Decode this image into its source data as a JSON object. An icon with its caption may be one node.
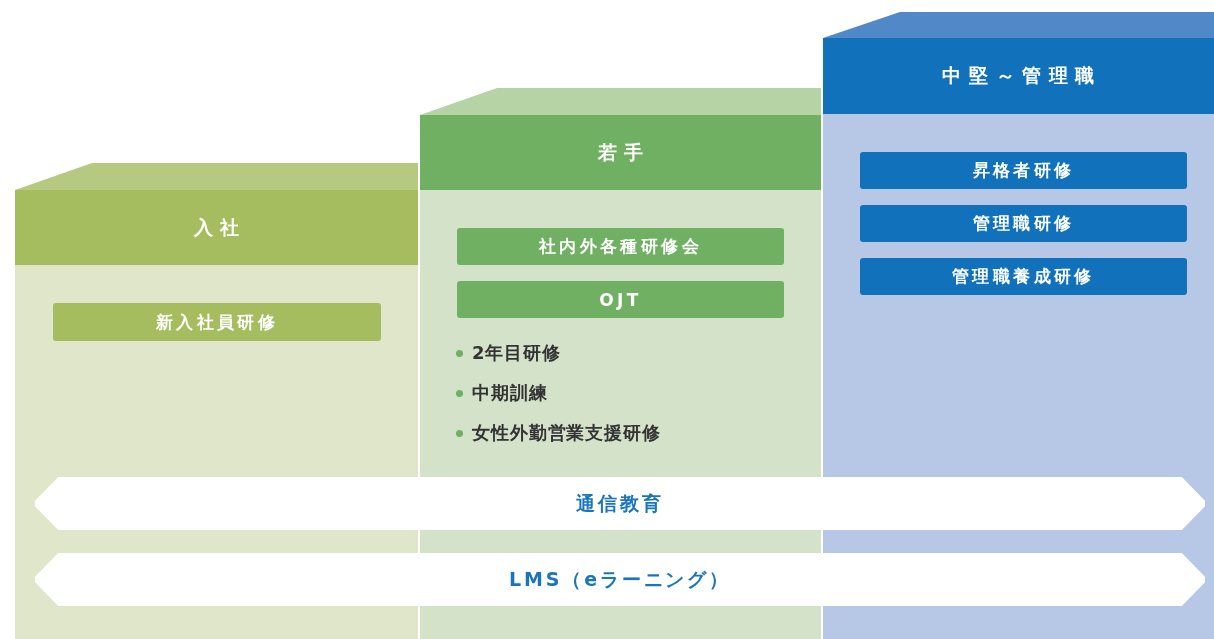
{
  "diagram": {
    "nodes": [
      {
        "text": [
          "入社"
        ]
      },
      {
        "text": [
          "新入社員研修"
        ],
        "in": 0
      },
      {
        "text": [
          "若手"
        ]
      },
      {
        "text": [
          "社内外各種研修会"
        ],
        "in": 2
      },
      {
        "text": [
          "OJT"
        ],
        "in": 2
      },
      {
        "text": [
          "中堅～管理職"
        ]
      },
      {
        "text": [
          "昇格者研修"
        ],
        "in": 5
      },
      {
        "text": [
          "管理職研修"
        ],
        "in": 5
      },
      {
        "text": [
          "管理職養成研修"
        ],
        "in": 5
      },
      {
        "text": [
          "通信教育"
        ]
      },
      {
        "text": [
          "LMS（eラーニング）"
        ]
      }
    ],
    "edges": [],
    "labels": [
      "2年目研修",
      "中期訓練",
      "女性外勤営業支援研修"
    ]
  }
}
